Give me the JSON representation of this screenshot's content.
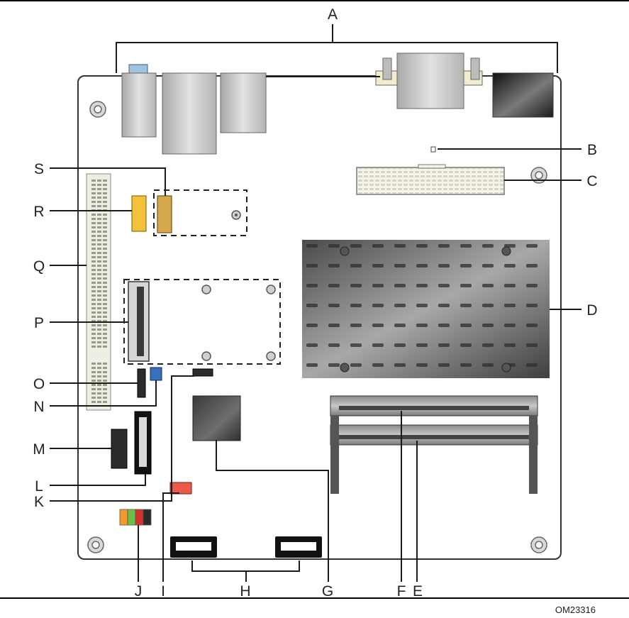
{
  "figure_id": "OM23316",
  "callouts": {
    "A": "A",
    "B": "B",
    "C": "C",
    "D": "D",
    "E": "E",
    "F": "F",
    "G": "G",
    "H": "H",
    "I": "I",
    "J": "J",
    "K": "K",
    "L": "L",
    "M": "M",
    "N": "N",
    "O": "O",
    "P": "P",
    "Q": "Q",
    "R": "R",
    "S": "S"
  },
  "colors": {
    "board_outline": "#333333",
    "slot_ivory": "#efeee4",
    "heatsink": "#6a6a6a",
    "header_gold": "#d4a84a",
    "header_yellow": "#f2c23a",
    "header_black": "#2b2b2b",
    "fan_header_red": "#e85a4a",
    "jumper_blue": "#3a6fbf",
    "connector_gray": "#c9c9c9"
  }
}
